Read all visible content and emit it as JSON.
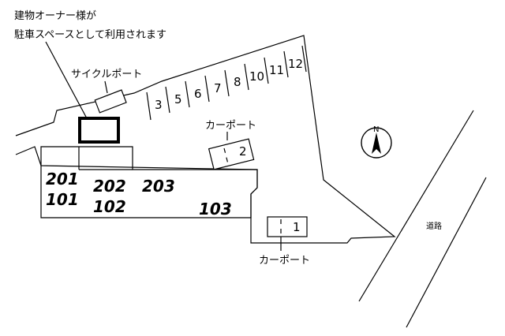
{
  "note": {
    "line1": "建物オーナー様が",
    "line2": "駐車スペースとして利用されます"
  },
  "labels": {
    "cycle_port": "サイクルポート",
    "carport_upper": "カーポート",
    "carport_lower": "カーポート",
    "road": "道路",
    "north": "N"
  },
  "carport_slots": {
    "upper": "2",
    "lower": "1"
  },
  "parking_numbers": [
    "3",
    "5",
    "6",
    "7",
    "8",
    "10",
    "11",
    "12"
  ],
  "units": {
    "u201": "201",
    "u101": "101",
    "u202": "202",
    "u102": "102",
    "u203": "203",
    "u103": "103"
  }
}
